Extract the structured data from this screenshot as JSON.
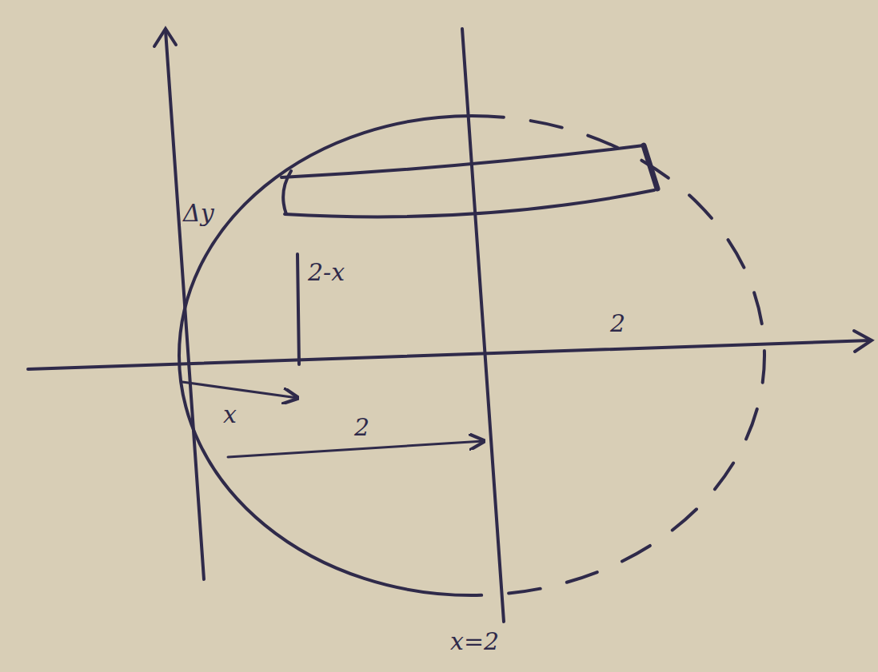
{
  "diagram": {
    "labels": [
      "Δy",
      "2-x",
      "x",
      "2",
      "2",
      "x=2"
    ]
  }
}
